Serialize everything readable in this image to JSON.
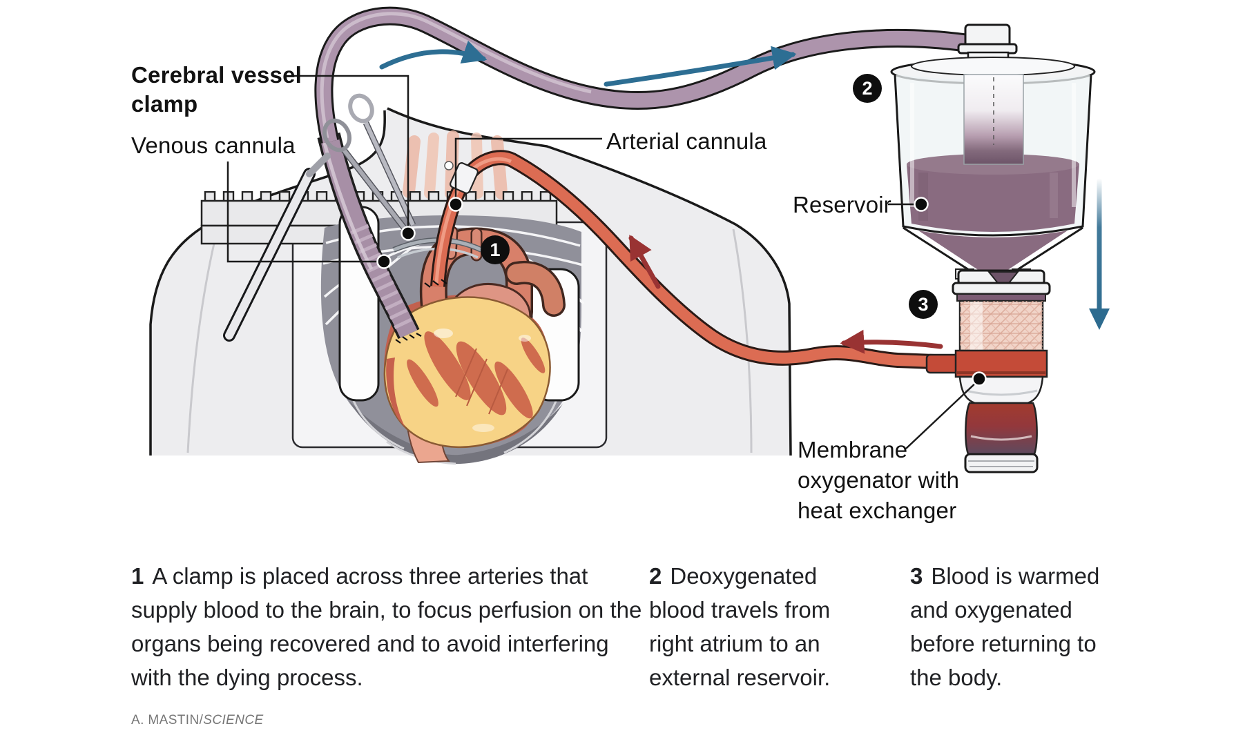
{
  "diagram": {
    "labels": {
      "cerebral_vessel_clamp": "Cerebral vessel clamp",
      "venous_cannula": "Venous cannula",
      "arterial_cannula": "Arterial cannula",
      "reservoir": "Reservoir",
      "membrane_oxygenator": "Membrane oxygenator with heat exchanger"
    },
    "step_markers": {
      "one": "1",
      "two": "2",
      "three": "3"
    }
  },
  "steps": [
    {
      "number": "1",
      "text": "A clamp is placed across three arteries that supply blood to the brain, to focus perfusion on the organs being recovered and to avoid interfering with the dying process."
    },
    {
      "number": "2",
      "text": "Deoxygenated blood travels from right atrium to an external reservoir."
    },
    {
      "number": "3",
      "text": "Blood is warmed and oxygenated before returning to the body."
    }
  ],
  "credit": {
    "author": "A. MASTIN/",
    "publication": "SCIENCE"
  },
  "colors": {
    "venous_tube_purple": "#ab93ab",
    "blood_purple": "#86687e",
    "arterial_red": "#dc6c53",
    "flow_arrow_blue": "#2d6e93",
    "flow_arrow_red": "#993333",
    "marker_black": "#0e0e0e",
    "body_gray": "#ededef",
    "cavity_gray": "#90909a"
  }
}
